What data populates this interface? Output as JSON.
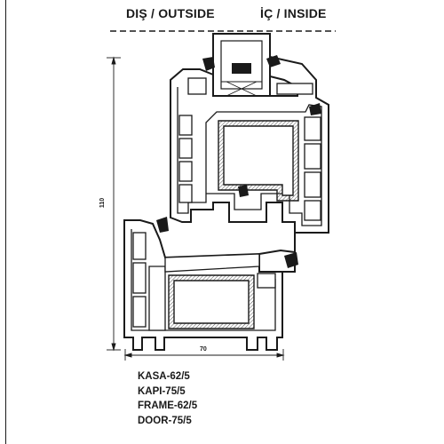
{
  "header": {
    "outside_label": "DIŞ / OUTSIDE",
    "inside_label": "İÇ / INSIDE"
  },
  "dimensions": {
    "height": "110",
    "width": "70"
  },
  "captions": [
    "KASA-62/5",
    "KAPI-75/5",
    "FRAME-62/5",
    "DOOR-75/5"
  ],
  "colors": {
    "line": "#1a1a1a",
    "fill": "#ffffff",
    "hatch": "#555555"
  }
}
